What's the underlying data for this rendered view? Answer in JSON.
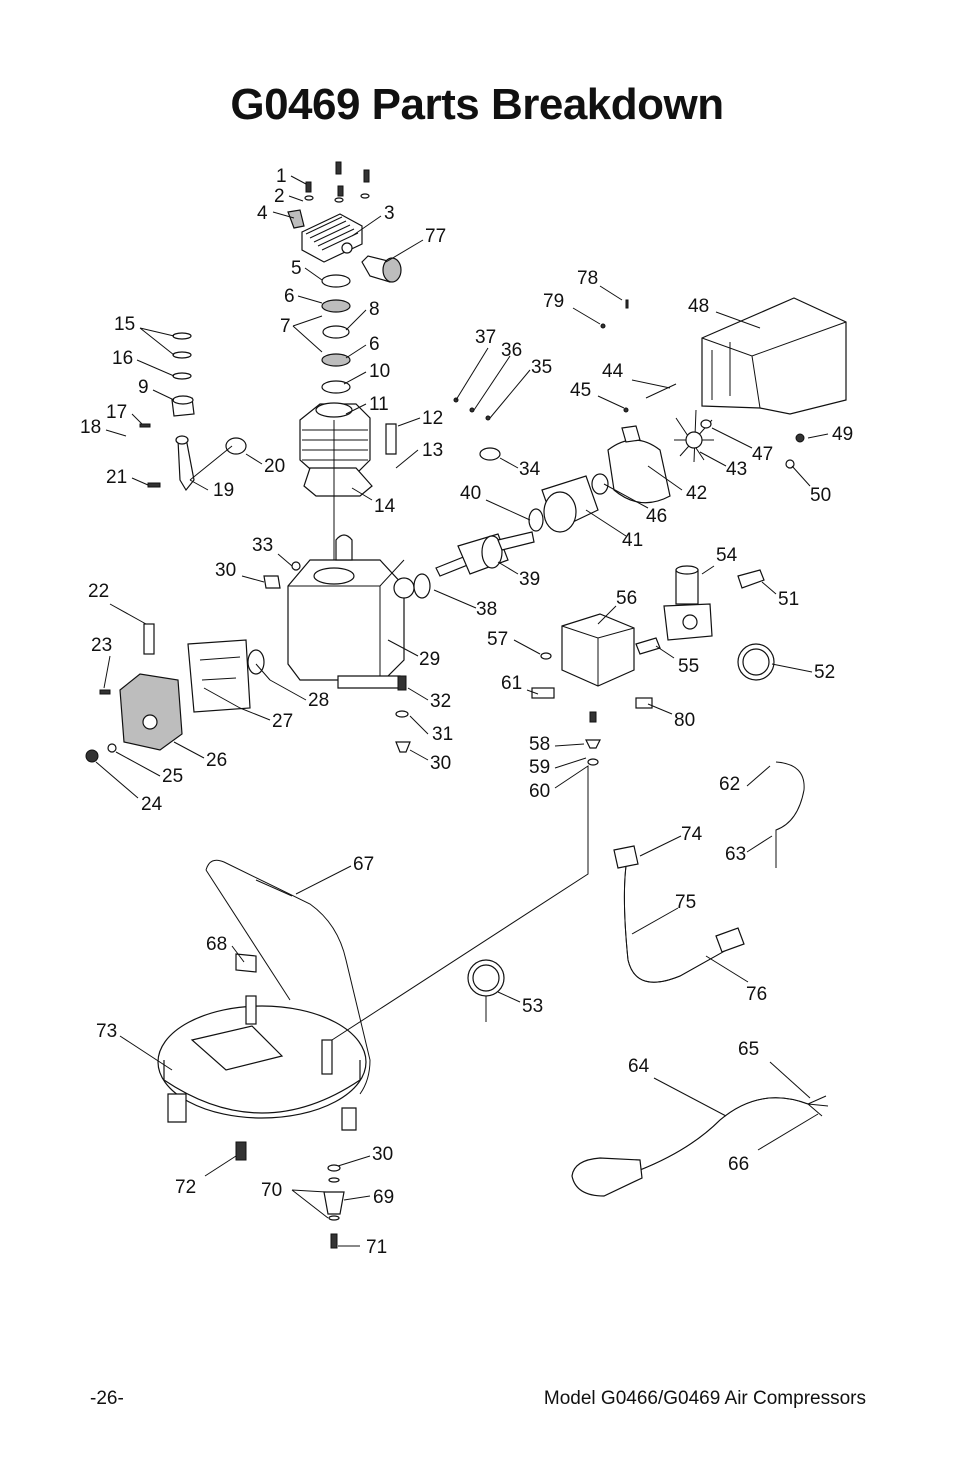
{
  "title": "G0469 Parts Breakdown",
  "footer": {
    "page": "-26-",
    "model": "Model G0466/G0469 Air Compressors"
  },
  "callouts": [
    "1",
    "2",
    "3",
    "4",
    "5",
    "6",
    "7",
    "8",
    "6",
    "10",
    "11",
    "12",
    "13",
    "14",
    "15",
    "16",
    "9",
    "17",
    "18",
    "20",
    "21",
    "19",
    "22",
    "23",
    "33",
    "30",
    "24",
    "25",
    "26",
    "27",
    "28",
    "29",
    "30",
    "31",
    "32",
    "34",
    "35",
    "36",
    "37",
    "38",
    "39",
    "40",
    "41",
    "42",
    "43",
    "44",
    "45",
    "46",
    "47",
    "48",
    "49",
    "50",
    "51",
    "52",
    "53",
    "54",
    "55",
    "56",
    "57",
    "58",
    "59",
    "60",
    "61",
    "62",
    "63",
    "64",
    "65",
    "66",
    "67",
    "68",
    "69",
    "70",
    "71",
    "72",
    "73",
    "74",
    "75",
    "76",
    "77",
    "78",
    "79",
    "80",
    "30"
  ]
}
